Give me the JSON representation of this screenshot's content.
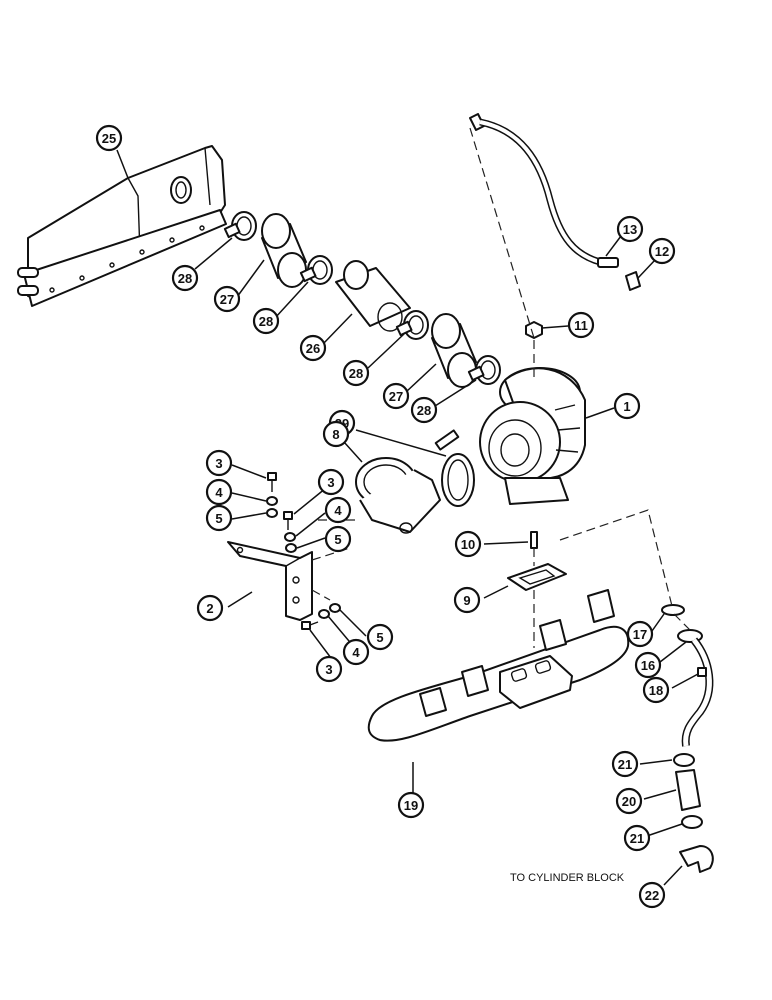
{
  "diagram": {
    "note": "TO CYLINDER BLOCK",
    "callouts": [
      {
        "name": "callout-25",
        "label": "25"
      },
      {
        "name": "callout-28-a",
        "label": "28"
      },
      {
        "name": "callout-27-a",
        "label": "27"
      },
      {
        "name": "callout-28-b",
        "label": "28"
      },
      {
        "name": "callout-26",
        "label": "26"
      },
      {
        "name": "callout-28-c",
        "label": "28"
      },
      {
        "name": "callout-27-b",
        "label": "27"
      },
      {
        "name": "callout-28-d",
        "label": "28"
      },
      {
        "name": "callout-13",
        "label": "13"
      },
      {
        "name": "callout-12",
        "label": "12"
      },
      {
        "name": "callout-11",
        "label": "11"
      },
      {
        "name": "callout-1",
        "label": "1"
      },
      {
        "name": "callout-29",
        "label": "29"
      },
      {
        "name": "callout-8",
        "label": "8"
      },
      {
        "name": "callout-3-a",
        "label": "3"
      },
      {
        "name": "callout-4-a",
        "label": "4"
      },
      {
        "name": "callout-5-a",
        "label": "5"
      },
      {
        "name": "callout-3-b",
        "label": "3"
      },
      {
        "name": "callout-4-b",
        "label": "4"
      },
      {
        "name": "callout-5-b",
        "label": "5"
      },
      {
        "name": "callout-10",
        "label": "10"
      },
      {
        "name": "callout-2",
        "label": "2"
      },
      {
        "name": "callout-9",
        "label": "9"
      },
      {
        "name": "callout-5-c",
        "label": "5"
      },
      {
        "name": "callout-4-c",
        "label": "4"
      },
      {
        "name": "callout-3-c",
        "label": "3"
      },
      {
        "name": "callout-17",
        "label": "17"
      },
      {
        "name": "callout-16",
        "label": "16"
      },
      {
        "name": "callout-18",
        "label": "18"
      },
      {
        "name": "callout-19",
        "label": "19"
      },
      {
        "name": "callout-21-a",
        "label": "21"
      },
      {
        "name": "callout-20",
        "label": "20"
      },
      {
        "name": "callout-21-b",
        "label": "21"
      },
      {
        "name": "callout-22",
        "label": "22"
      }
    ]
  }
}
